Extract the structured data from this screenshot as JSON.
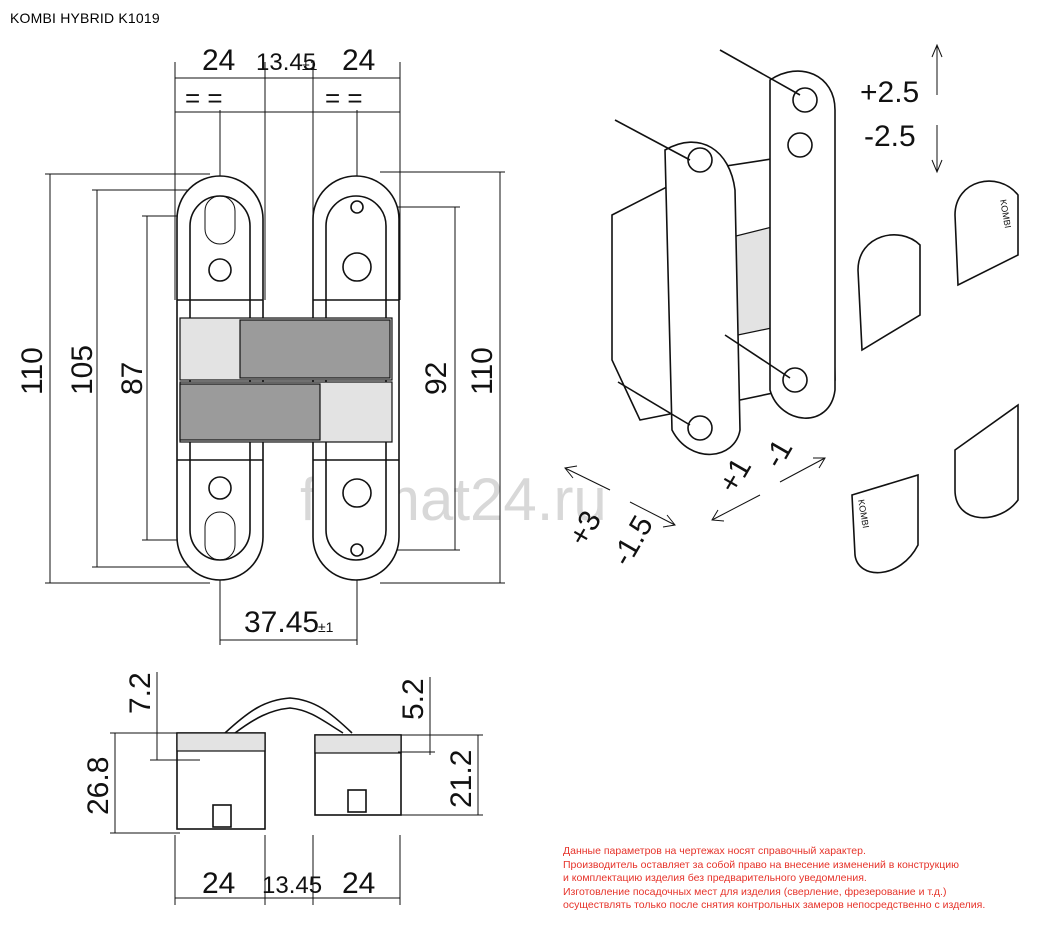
{
  "title": "KOMBI HYBRID K1019",
  "front_view": {
    "top_dims": [
      "24",
      "13.45",
      "24"
    ],
    "top_tol": "±1",
    "equal_marks": "=   =",
    "left_dims": [
      "110",
      "105",
      "87"
    ],
    "right_dims": [
      "92",
      "110"
    ],
    "bottom_dim": "37.45",
    "bottom_tol": "±1"
  },
  "side_view": {
    "left_dims": [
      "7.2",
      "26.8"
    ],
    "right_dims": [
      "5.2",
      "21.2"
    ],
    "bottom_dims": [
      "24",
      "13.45",
      "24"
    ]
  },
  "adjustments": {
    "vertical_up": "+2.5",
    "vertical_down": "-2.5",
    "depth_plus": "+3",
    "depth_minus": "-1.5",
    "lateral_plus": "+1",
    "lateral_minus": "-1"
  },
  "cover_brand": "KOMBI",
  "watermark": "format24.ru",
  "notice": [
    "Данные параметров на чертежах носят справочный характер.",
    "Производитель оставляет за собой право на внесение изменений в конструкцию",
    "и комплектацию изделия без предварительного уведомления.",
    "Изготовление посадочных мест для изделия (сверление, фрезерование и т.д.)",
    "осуществлять только после снятия контрольных замеров непосредственно с изделия."
  ]
}
